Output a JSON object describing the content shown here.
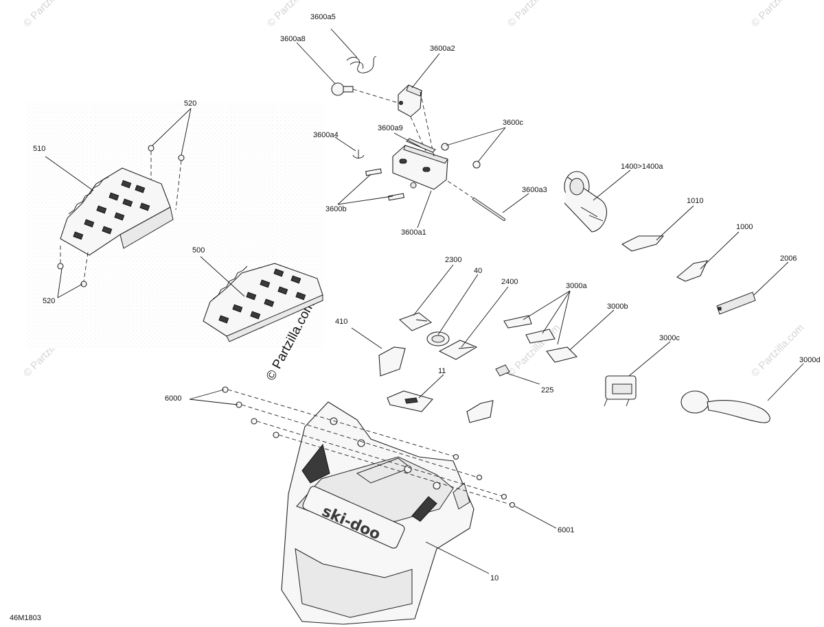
{
  "diagram_code": "46M1803",
  "watermark_text": "© Partzilla.com",
  "colors": {
    "ink": "#111111",
    "fill": "#f7f7f7",
    "dark": "#3a3a3a",
    "watermark": "#d4d4d4"
  },
  "parts": {
    "p3600a5": "3600a5",
    "p3600a8": "3600a8",
    "p3600a2": "3600a2",
    "p520_top": "520",
    "p510": "510",
    "p3600a4": "3600a4",
    "p3600a9": "3600a9",
    "p3600c": "3600c",
    "p1400": "1400>1400a",
    "p3600a3": "3600a3",
    "p1010": "1010",
    "p3600b": "3600b",
    "p3600a1": "3600a1",
    "p1000": "1000",
    "p500": "500",
    "p2300": "2300",
    "p40": "40",
    "p2400": "2400",
    "p3000a": "3000a",
    "p2006": "2006",
    "p3000b": "3000b",
    "p520_bot": "520",
    "p410": "410",
    "p3000c": "3000c",
    "p3000d": "3000d",
    "p11": "11",
    "p225": "225",
    "p6000": "6000",
    "p6001": "6001",
    "p10": "10"
  }
}
